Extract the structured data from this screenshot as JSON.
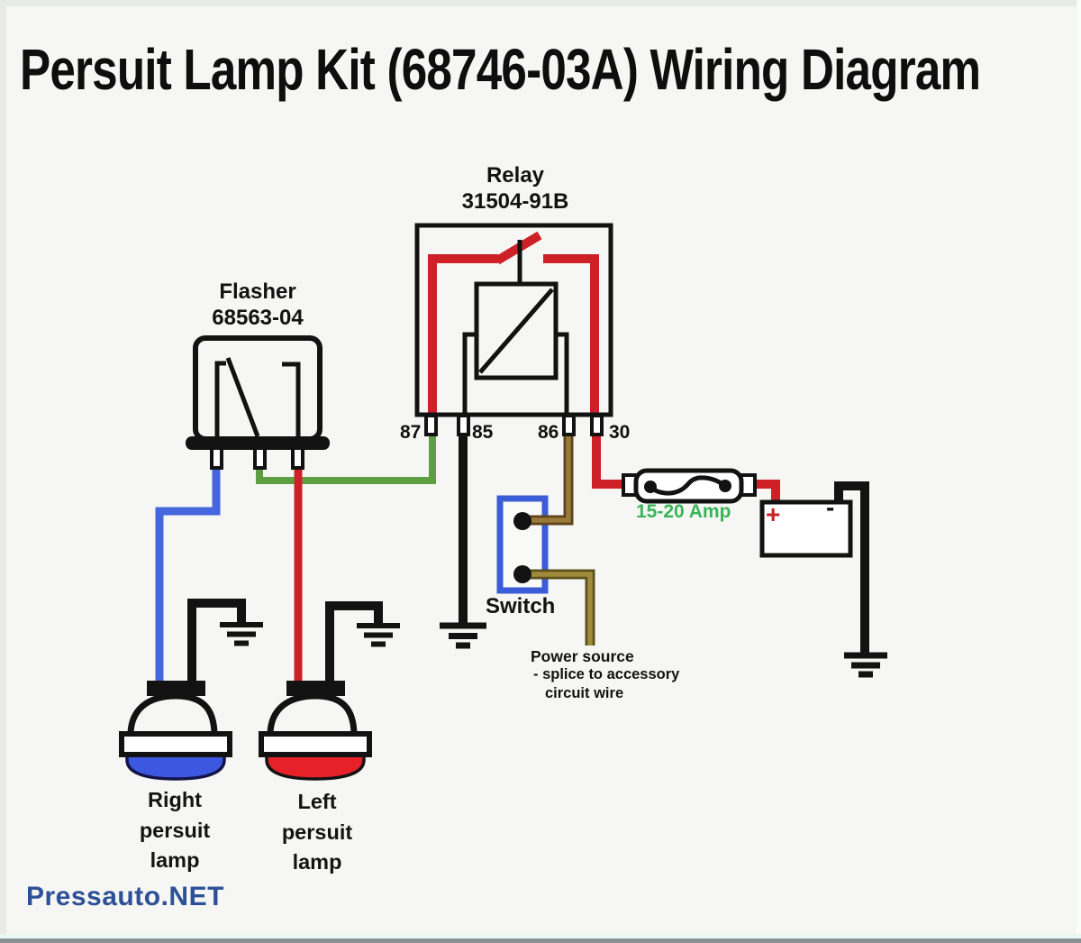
{
  "page": {
    "title": "Persuit Lamp Kit (68746-03A) Wiring Diagram",
    "watermark": "Pressauto.NET"
  },
  "relay": {
    "name": "Relay",
    "part_number": "31504-91B",
    "terminals": [
      "87",
      "85",
      "86",
      "30"
    ]
  },
  "flasher": {
    "name": "Flasher",
    "part_number": "68563-04"
  },
  "switch": {
    "label": "Switch"
  },
  "fuse": {
    "rating": "15-20 Amp"
  },
  "battery": {
    "positive_label": "+",
    "negative_label": "-"
  },
  "power_source_note": {
    "line1": "Power source",
    "line2": "- splice to accessory",
    "line3": "circuit wire"
  },
  "lamps": {
    "right": {
      "line1": "Right",
      "line2": "persuit",
      "line3": "lamp"
    },
    "left": {
      "line1": "Left",
      "line2": "persuit",
      "line3": "lamp"
    }
  },
  "colors": {
    "wire_red": "#cd2127",
    "wire_green": "#5f9f44",
    "wire_blue": "#4666dd",
    "wire_brown": "#8a6a33",
    "wire_olive": "#938133",
    "wire_black": "#121212",
    "switch_outline": "#3a5cd6",
    "lamp_blue": "#3d58e0",
    "lamp_red": "#e62127",
    "fuse_rating_green": "#38b558",
    "watermark_blue": "#2e5096",
    "background": "#f6f7f4"
  }
}
